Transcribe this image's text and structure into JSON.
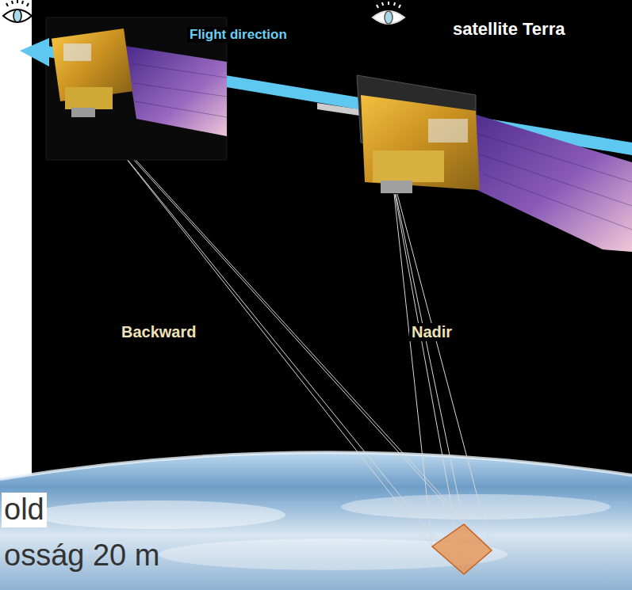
{
  "diagram": {
    "labels": [
      "satellite Terra",
      "Flight direction",
      "Backward",
      "Nadir",
      "old",
      "osság 20 m"
    ]
  }
}
